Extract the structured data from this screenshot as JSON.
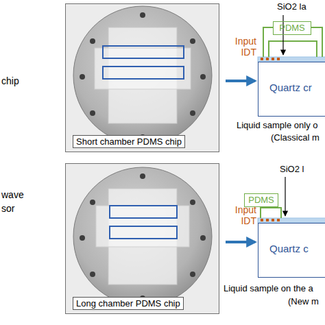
{
  "diagram": {
    "nodes": [
      {
        "text": [
          "Short chamber PDMS chip"
        ]
      },
      {
        "text": [
          "PDMS"
        ]
      },
      {
        "text": [
          "Quartz cr"
        ]
      },
      {
        "text": [
          "Long chamber PDMS chip"
        ]
      },
      {
        "text": [
          "PDMS"
        ]
      },
      {
        "text": [
          "Quartz c"
        ]
      }
    ],
    "edges": [
      {
        "from": 0,
        "to": 2,
        "arrow": "to"
      },
      {
        "from": 3,
        "to": 5,
        "arrow": "to"
      }
    ],
    "labels": [
      "chip",
      "wave",
      "sor",
      "SiO2 la",
      "Input IDT",
      "Liquid sample only o",
      "(Classical m",
      "SiO2 l",
      "Input IDT",
      "Liquid sample on the a",
      "(New m"
    ]
  }
}
